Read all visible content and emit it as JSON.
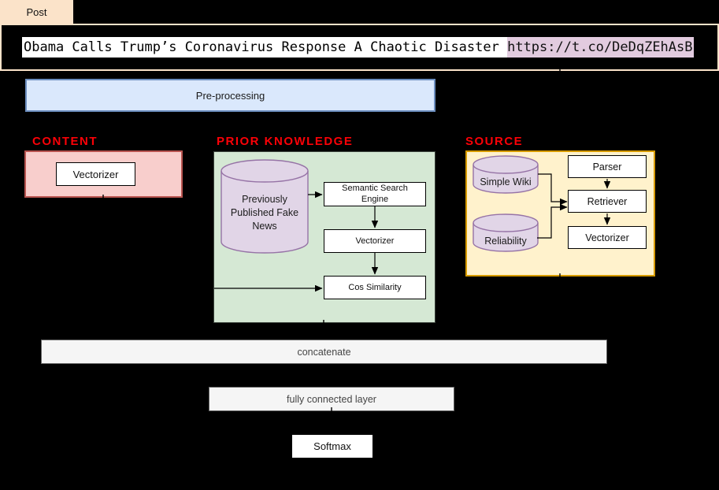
{
  "tab": {
    "label": "Post"
  },
  "post": {
    "headline": "Obama Calls Trump’s Coronavirus Response A Chaotic Disaster ",
    "url": "https://t.co/DeDqZEhAsB"
  },
  "pipeline": {
    "preprocessing": "Pre-processing",
    "concatenate": "concatenate",
    "fully_connected": "fully connected layer",
    "softmax": "Softmax"
  },
  "sections": {
    "content": {
      "title": "CONTENT",
      "vectorizer": "Vectorizer"
    },
    "prior_knowledge": {
      "title": "PRIOR KNOWLEDGE",
      "database": "Previously Published Fake News",
      "semantic_search": "Semantic Search Engine",
      "vectorizer": "Vectorizer",
      "cos_similarity": "Cos Similarity"
    },
    "source": {
      "title": "SOURCE",
      "simple_wiki": "Simple Wiki",
      "reliability": "Reliability",
      "parser": "Parser",
      "retriever": "Retriever",
      "vectorizer": "Vectorizer"
    }
  },
  "colors": {
    "background": "#000000",
    "tab_peach": "#fbe3c9",
    "section_title_red": "#fb0107",
    "headline_highlight": "#ffffff",
    "url_highlight": "#e2cbdf",
    "preprocessing_fill": "#dae8fc",
    "preprocessing_border": "#6c8ebf",
    "content_fill": "#f8cecc",
    "content_border": "#b85450",
    "prior_knowledge_fill": "#d5e8d4",
    "source_fill": "#fff2cc",
    "source_border": "#d79b00",
    "cylinder_fill": "#e1d5e7",
    "cylinder_border": "#9673a6",
    "gray_bar_fill": "#f5f5f5"
  }
}
